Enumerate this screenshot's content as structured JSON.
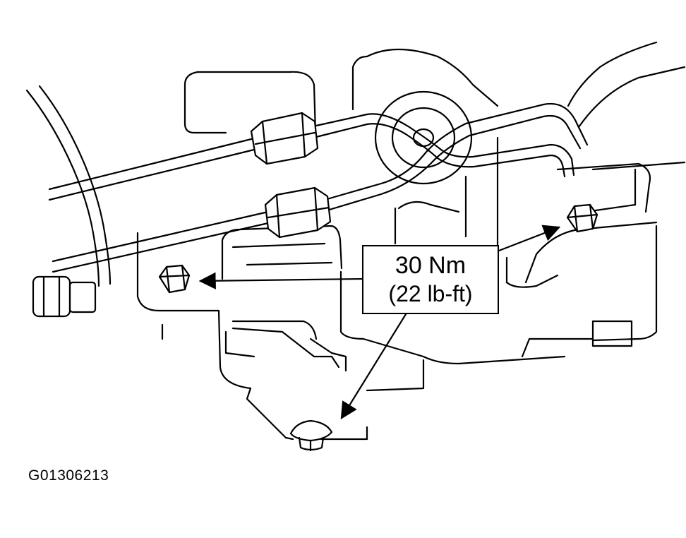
{
  "callout": {
    "torque_line1": "30 Nm",
    "torque_line2": "(22 lb-ft)"
  },
  "figure_id": "G01306213",
  "colors": {
    "ink": "#000000",
    "paper": "#ffffff"
  },
  "icons": [
    "bolt-icon",
    "flare-nut-icon",
    "arrow-icon"
  ]
}
